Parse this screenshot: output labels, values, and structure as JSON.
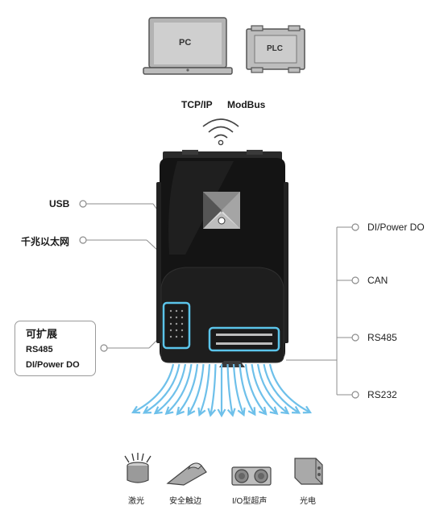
{
  "hosts": {
    "pc": "PC",
    "plc": "PLC"
  },
  "protocols": {
    "tcpip": "TCP/IP",
    "modbus": "ModBus"
  },
  "left_ports": {
    "usb": "USB",
    "ethernet": "千兆以太网"
  },
  "expandable": {
    "title": "可扩展",
    "items": [
      "RS485",
      "DI/Power DO"
    ]
  },
  "right_ports": [
    "DI/Power DO",
    "CAN",
    "RS485",
    "RS232"
  ],
  "sensors": [
    "激光",
    "安全触边",
    "I/O型超声",
    "光电"
  ],
  "colors": {
    "accent_cyan": "#5bc4ea",
    "device_body": "#141414",
    "arrow_blue": "#6ec0ea",
    "line_gray": "#8c8c8c"
  }
}
